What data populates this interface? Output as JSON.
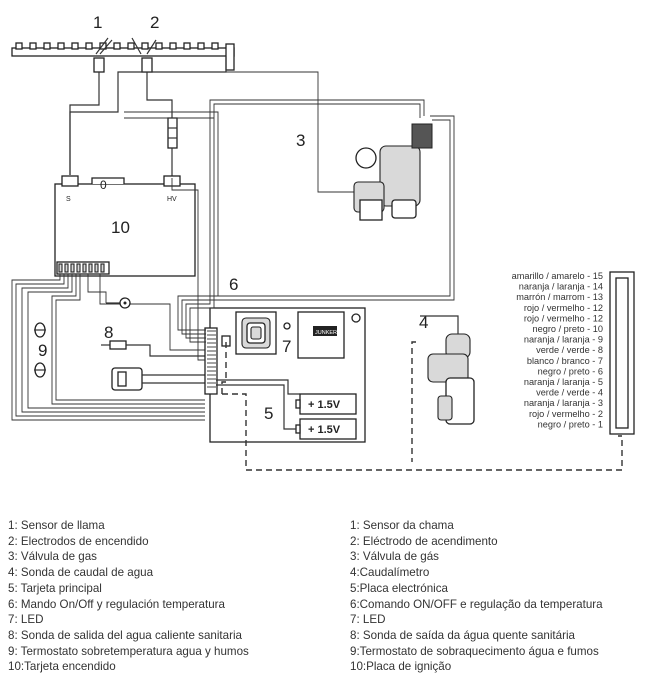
{
  "callouts": [
    "1",
    "2",
    "3",
    "4",
    "5",
    "6",
    "7",
    "8",
    "9",
    "10"
  ],
  "board": {
    "sensor_terminal": "S",
    "hv_terminal": "HV",
    "zero_mark": "0",
    "logo": "JUNKERS"
  },
  "batteries": [
    "+ 1.5V",
    "+ 1.5V"
  ],
  "wire_colors": [
    "amarillo / amarelo - 15",
    "naranja / laranja - 14",
    "marrón / marrom  - 13",
    "rojo / vermelho - 12",
    "rojo / vermelho - 12",
    "negro / preto - 10",
    "naranja / laranja - 9",
    "verde / verde - 8",
    "blanco / branco - 7",
    "negro / preto - 6",
    "naranja / laranja - 5",
    "verde / verde - 4",
    "naranja / laranja - 3",
    "rojo / vermelho - 2",
    "negro / preto - 1"
  ],
  "legend_es": [
    "1: Sensor de llama",
    "2: Electrodos de encendido",
    "3: Válvula de gas",
    "4: Sonda de caudal de agua",
    "5: Tarjeta principal",
    "6: Mando On/Off y regulación temperatura",
    "7: LED",
    "8: Sonda de salida del agua caliente sanitaria",
    "9: Termostato sobretemperatura agua y humos",
    "10:Tarjeta encendido"
  ],
  "legend_pt": [
    "1: Sensor da chama",
    "2: Eléctrodo de acendimento",
    "3: Válvula de gás",
    "4:Caudalímetro",
    "5:Placa electrónica",
    "6:Comando ON/OFF e regulação da temperatura",
    "7: LED",
    "8: Sonda de saída da água quente sanitária",
    "9:Termostato de sobraquecimento água e fumos",
    "10:Placa de ignição"
  ]
}
